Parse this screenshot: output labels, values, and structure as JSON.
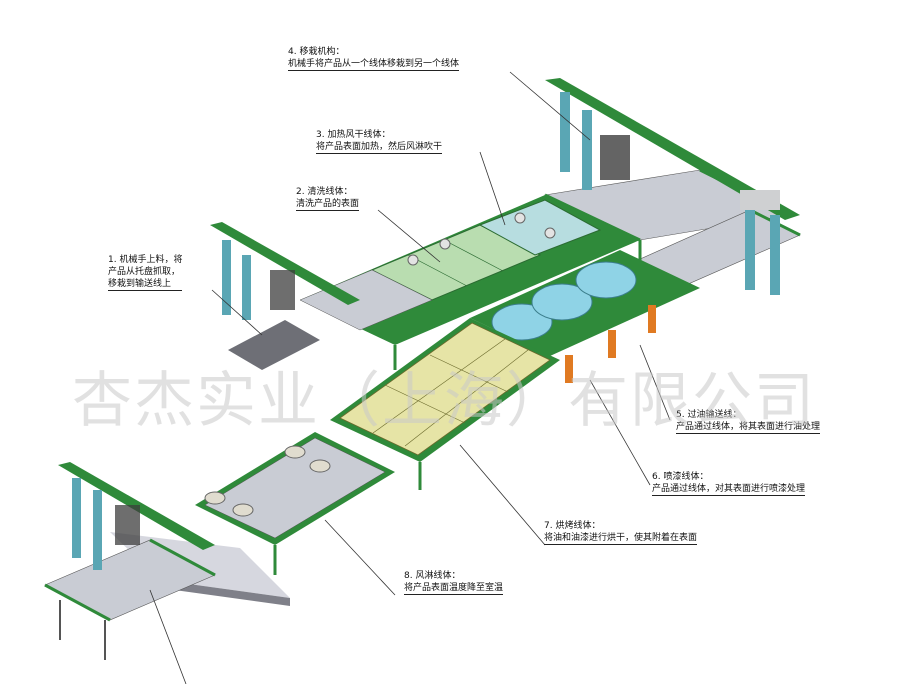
{
  "annotations": [
    {
      "id": "1",
      "title": "1. 机械手上料，将",
      "lines": [
        "产品从托盘抓取，",
        "移栽到输送线上"
      ]
    },
    {
      "id": "2",
      "title": "2. 清洗线体：",
      "lines": [
        "清洗产品的表面"
      ]
    },
    {
      "id": "3",
      "title": "3. 加热风干线体：",
      "lines": [
        "将产品表面加热，然后风淋吹干"
      ]
    },
    {
      "id": "4",
      "title": "4. 移栽机构：",
      "lines": [
        "机械手将产品从一个线体移栽到另一个线体"
      ]
    },
    {
      "id": "5",
      "title": "5. 过油输送线：",
      "lines": [
        "产品通过线体，将其表面进行油处理"
      ]
    },
    {
      "id": "6",
      "title": "6. 喷漆线体：",
      "lines": [
        "产品通过线体，对其表面进行喷漆处理"
      ]
    },
    {
      "id": "7",
      "title": "7. 烘烤线体：",
      "lines": [
        "将油和油漆进行烘干，使其附着在表面"
      ]
    },
    {
      "id": "8",
      "title": "8. 风淋线体：",
      "lines": [
        "将产品表面温度降至室温"
      ]
    }
  ],
  "watermark": "杏杰实业（上海）有限公司",
  "colors": {
    "frame_green": "#2f8a3a",
    "frame_dark": "#1f5f28",
    "gantry_teal": "#5aa6b4",
    "roller_grey": "#c9ccd4",
    "cleaning_green": "#b9ddb0",
    "drying_teal": "#b7dde0",
    "oven_yellow": "#e6e4a6",
    "spray_cyan": "#8fd3e6",
    "orange_accent": "#e07a22",
    "floor_grey": "#c8c9d4"
  }
}
